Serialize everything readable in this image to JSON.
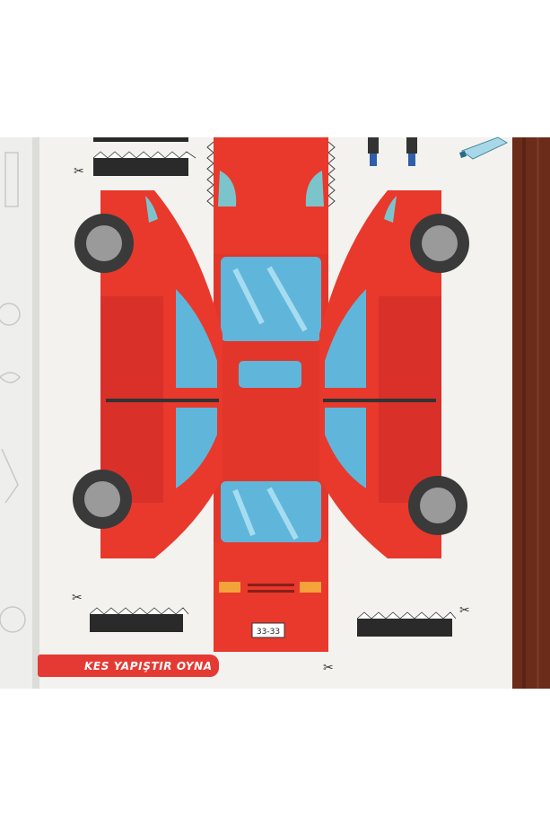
{
  "photo": {
    "subject": "cut-out paper car craft page",
    "colors": {
      "car_body": "#e8392c",
      "car_shade": "#c72a22",
      "window": "#5fb6da",
      "tire": "#3a3a3a",
      "rim": "#9a9a9a",
      "page": "#f2f1ee",
      "table": "#6b2c1a"
    }
  },
  "banner": {
    "text": "KES YAPIŞTIR OYNA"
  },
  "license_plate": {
    "text": "33-33"
  },
  "icons": [
    "scissors-icon",
    "glue-icon",
    "marker-icon"
  ]
}
